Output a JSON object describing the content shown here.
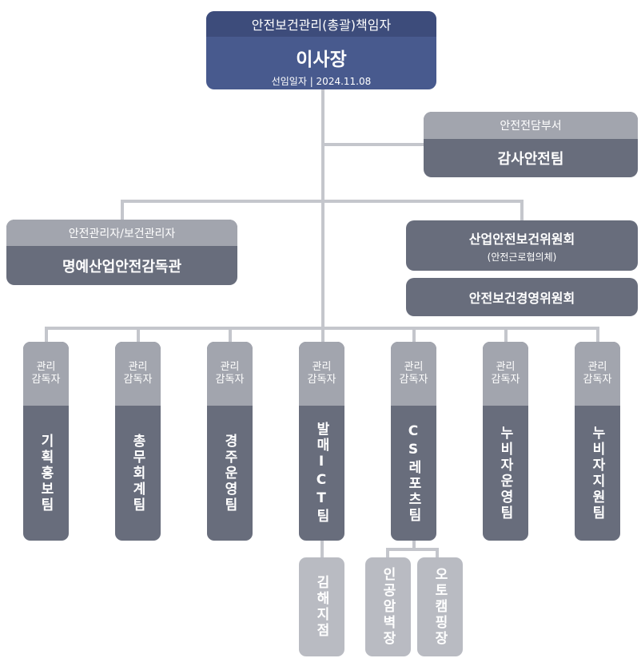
{
  "ceo": {
    "title": "안전보건관리(총괄)책임자",
    "name": "이사장",
    "appointed": "선임일자 | 2024.11.08"
  },
  "dept": {
    "label": "안전전담부서",
    "name": "감사안전팀"
  },
  "honorary": {
    "label": "안전관리자/보건관리자",
    "name": "명예산업안전감독관"
  },
  "committees": [
    {
      "name": "산업안전보건위원회",
      "sub": "(안전근로협의체)"
    },
    {
      "name": "안전보건경영위원회"
    }
  ],
  "team_head_label_1": "관리",
  "team_head_label_2": "감독자",
  "teams": [
    {
      "name": "기획홍보팀"
    },
    {
      "name": "총무회계팀"
    },
    {
      "name": "경주운영팀"
    },
    {
      "name": "발매ICT팀"
    },
    {
      "name": "CS레포츠팀"
    },
    {
      "name": "누비자운영팀"
    },
    {
      "name": "누비자지원팀"
    }
  ],
  "subunits": [
    {
      "name": "김해지점"
    },
    {
      "name": "인공암벽장"
    },
    {
      "name": "오토캠핑장"
    }
  ],
  "colors": {
    "ceo_header": "#3d4c7b",
    "ceo_body": "#485a8e",
    "dark_box": "#686d7c",
    "header_gray": "#a2a5ae",
    "sub_box": "#b9bbc2",
    "connector": "#c4c6cc"
  }
}
